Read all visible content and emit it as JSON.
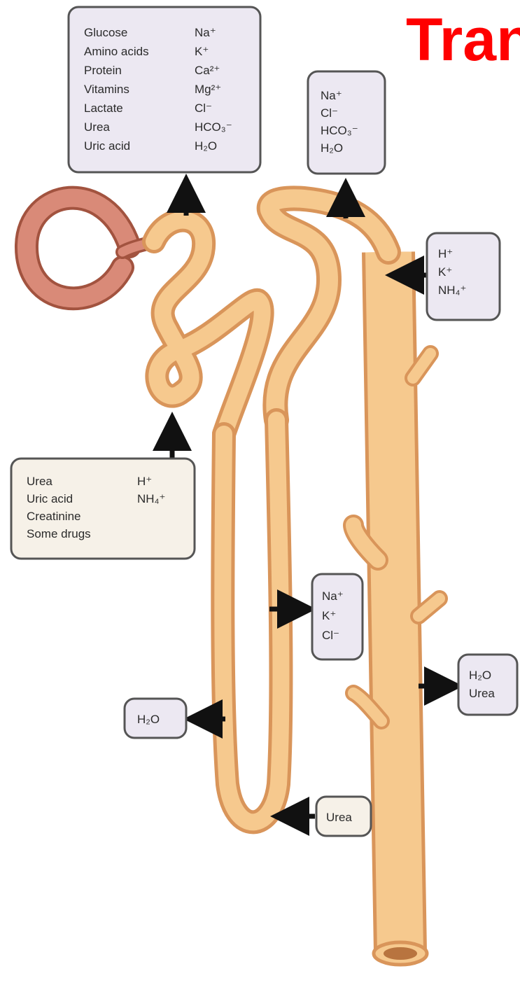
{
  "title": "Tran",
  "colors": {
    "tubule_fill": "#f6c98e",
    "tubule_edge": "#d9955a",
    "capsule_fill": "#d98a78",
    "capsule_edge": "#a2533f",
    "box_fill": "#ece8f2",
    "box_edge": "#555555",
    "arrow": "#111111",
    "title": "#ff0000"
  },
  "boxes": {
    "proximal_reabsorb": {
      "left": [
        "Glucose",
        "Amino acids",
        "Protein",
        "Vitamins",
        "Lactate",
        "Urea",
        "Uric acid"
      ],
      "right": [
        "Na⁺",
        "K⁺",
        "Ca²⁺",
        "Mg²⁺",
        "Cl⁻",
        "HCO₃⁻",
        "H₂O"
      ]
    },
    "distal_reabsorb": [
      "Na⁺",
      "Cl⁻",
      "HCO₃⁻",
      "H₂O"
    ],
    "collecting_secrete": [
      "H⁺",
      "K⁺",
      "NH₄⁺"
    ],
    "proximal_secrete": {
      "left": [
        "Urea",
        "Uric acid",
        "Creatinine",
        "Some drugs"
      ],
      "right": [
        "H⁺",
        "NH₄⁺"
      ]
    },
    "thick_ascending": [
      "Na⁺",
      "K⁺",
      "Cl⁻"
    ],
    "descending_water": [
      "H₂O"
    ],
    "duct_water_urea": [
      "H₂O",
      "Urea"
    ],
    "loop_urea": [
      "Urea"
    ]
  }
}
